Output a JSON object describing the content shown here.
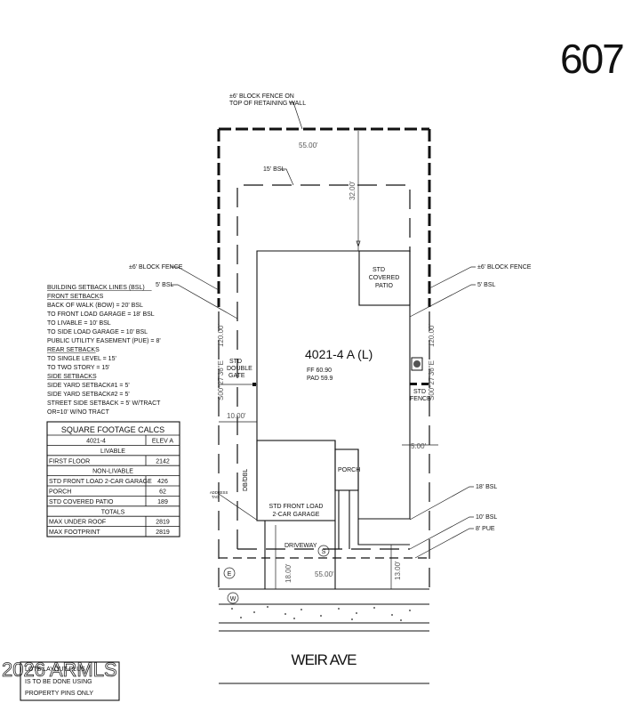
{
  "lot_number": "607",
  "callouts": {
    "rear_fence": [
      "±6' BLOCK FENCE ON",
      "TOP OF RETAINING WALL"
    ],
    "rear_width": "55.00'",
    "rear_bsl": "15' BSL",
    "rear_depth": "32.00'",
    "left_fence": "±6' BLOCK FENCE",
    "left_bsl": "5' BSL",
    "right_fence": "±6' BLOCK FENCE",
    "right_bsl": "5' BSL",
    "left_bearing": "S00°27'36\"E",
    "left_length": "120.00'",
    "right_bearing": "S00°27'36\"E",
    "right_length": "120.00'",
    "double_gate": [
      "STD",
      "DOUBLE",
      "GATE"
    ],
    "std_fence": [
      "STD",
      "FENCE"
    ],
    "left_side_dim": "10.00'",
    "right_side_dim": "5.00'",
    "front_bsl_18": "18' BSL",
    "front_bsl_10": "10' BSL",
    "pue": "8' PUE",
    "driveway": "DRIVEWAY",
    "front_width": "55.00'",
    "drive_depth": "18.00'",
    "front_depth": "13.00'",
    "sewer_symbol": "S",
    "electric_symbol": "E",
    "water_symbol": "W",
    "street": "WEIR AVE",
    "address_tag": [
      "ADDRESS",
      "TAG"
    ],
    "db_tag": "DB/DBL"
  },
  "house": {
    "plan": "4021-4 A (L)",
    "ff": "FF 60.90",
    "pad": "PAD 59.9",
    "patio": [
      "STD",
      "COVERED",
      "PATIO"
    ],
    "porch": "PORCH",
    "garage": [
      "STD FRONT LOAD",
      "2-CAR GARAGE"
    ]
  },
  "setbacks": {
    "lines": [
      {
        "text": "BUILDING SETBACK LINES (BSL)",
        "underline": true
      },
      {
        "text": "FRONT SETBACKS",
        "underline": true
      },
      {
        "text": "BACK OF WALK (BOW) = 20' BSL"
      },
      {
        "text": "TO FRONT LOAD GARAGE = 18' BSL"
      },
      {
        "text": "TO LIVABLE = 10' BSL"
      },
      {
        "text": "TO SIDE LOAD GARAGE = 10' BSL"
      },
      {
        "text": "PUBLIC UTILITY EASEMENT (PUE) = 8'"
      },
      {
        "text": "REAR SETBACKS",
        "underline": true
      },
      {
        "text": "TO SINGLE LEVEL = 15'"
      },
      {
        "text": "TO TWO STORY    = 15'"
      },
      {
        "text": "SIDE SETBACKS",
        "underline": true
      },
      {
        "text": "SIDE YARD SETBACK#1 = 5'"
      },
      {
        "text": "SIDE YARD SETBACK#2 = 5'"
      },
      {
        "text": "STREET SIDE SETBACK = 5' W/TRACT"
      },
      {
        "text": "OR=10' W/NO TRACT"
      }
    ]
  },
  "sqft_table": {
    "title": "SQUARE FOOTAGE CALCS",
    "header": [
      "4021-4",
      "ELEV A"
    ],
    "rows": [
      {
        "section": "LIVABLE"
      },
      {
        "label": "FIRST FLOOR",
        "value": "2142"
      },
      {
        "section": "NON-LIVABLE"
      },
      {
        "label": "STD FRONT LOAD 2-CAR GARAGE",
        "value": "426"
      },
      {
        "label": "PORCH",
        "value": "62"
      },
      {
        "label": "STD COVERED PATIO",
        "value": "189"
      },
      {
        "section": "TOTALS"
      },
      {
        "label": "MAX UNDER ROOF",
        "value": "2819"
      },
      {
        "label": "MAX FOOTPRINT",
        "value": "2819"
      }
    ]
  },
  "note_box": [
    "LOTS LAYOUT PLUS",
    "IS TO BE DONE USING",
    "PROPERTY PINS ONLY"
  ],
  "watermark": "2026 ARMLS"
}
